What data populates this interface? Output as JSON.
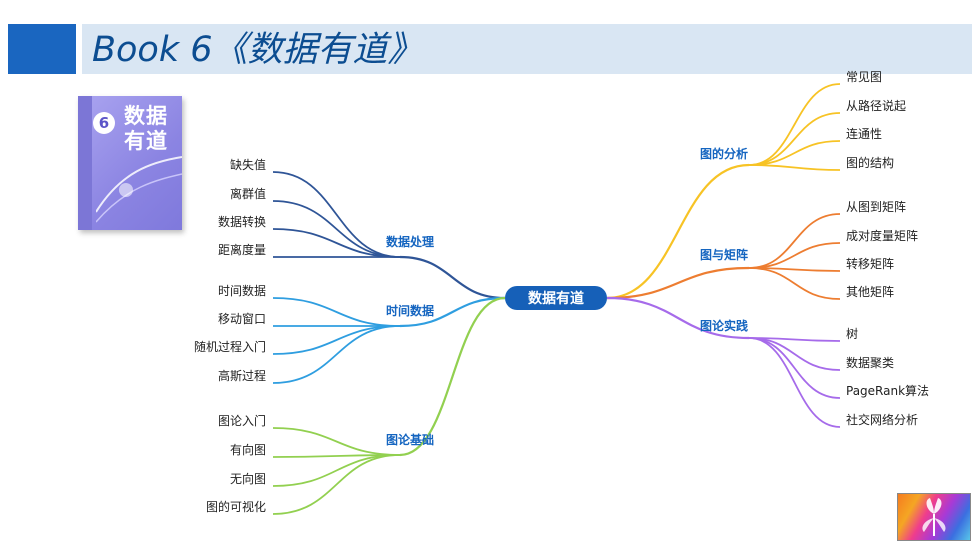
{
  "header": {
    "title": "Book 6《数据有道》"
  },
  "book": {
    "number": "6",
    "title": "数据有道"
  },
  "mindmap": {
    "root": "数据有道",
    "branches": [
      {
        "label": "数据处理",
        "color": "#2f5597",
        "items": [
          "缺失值",
          "离群值",
          "数据转换",
          "距离度量"
        ]
      },
      {
        "label": "时间数据",
        "color": "#2f9ee0",
        "items": [
          "时间数据",
          "移动窗口",
          "随机过程入门",
          "高斯过程"
        ]
      },
      {
        "label": "图论基础",
        "color": "#92d050",
        "items": [
          "图论入门",
          "有向图",
          "无向图",
          "图的可视化"
        ]
      },
      {
        "label": "图的分析",
        "color": "#f7c325",
        "items": [
          "常见图",
          "从路径说起",
          "连通性",
          "图的结构"
        ]
      },
      {
        "label": "图与矩阵",
        "color": "#ed7d31",
        "items": [
          "从图到矩阵",
          "成对度量矩阵",
          "转移矩阵",
          "其他矩阵"
        ]
      },
      {
        "label": "图论实践",
        "color": "#a66bea",
        "items": [
          "树",
          "数据聚类",
          "PageRank算法",
          "社交网络分析"
        ]
      }
    ],
    "root_color": "#1660b8"
  }
}
